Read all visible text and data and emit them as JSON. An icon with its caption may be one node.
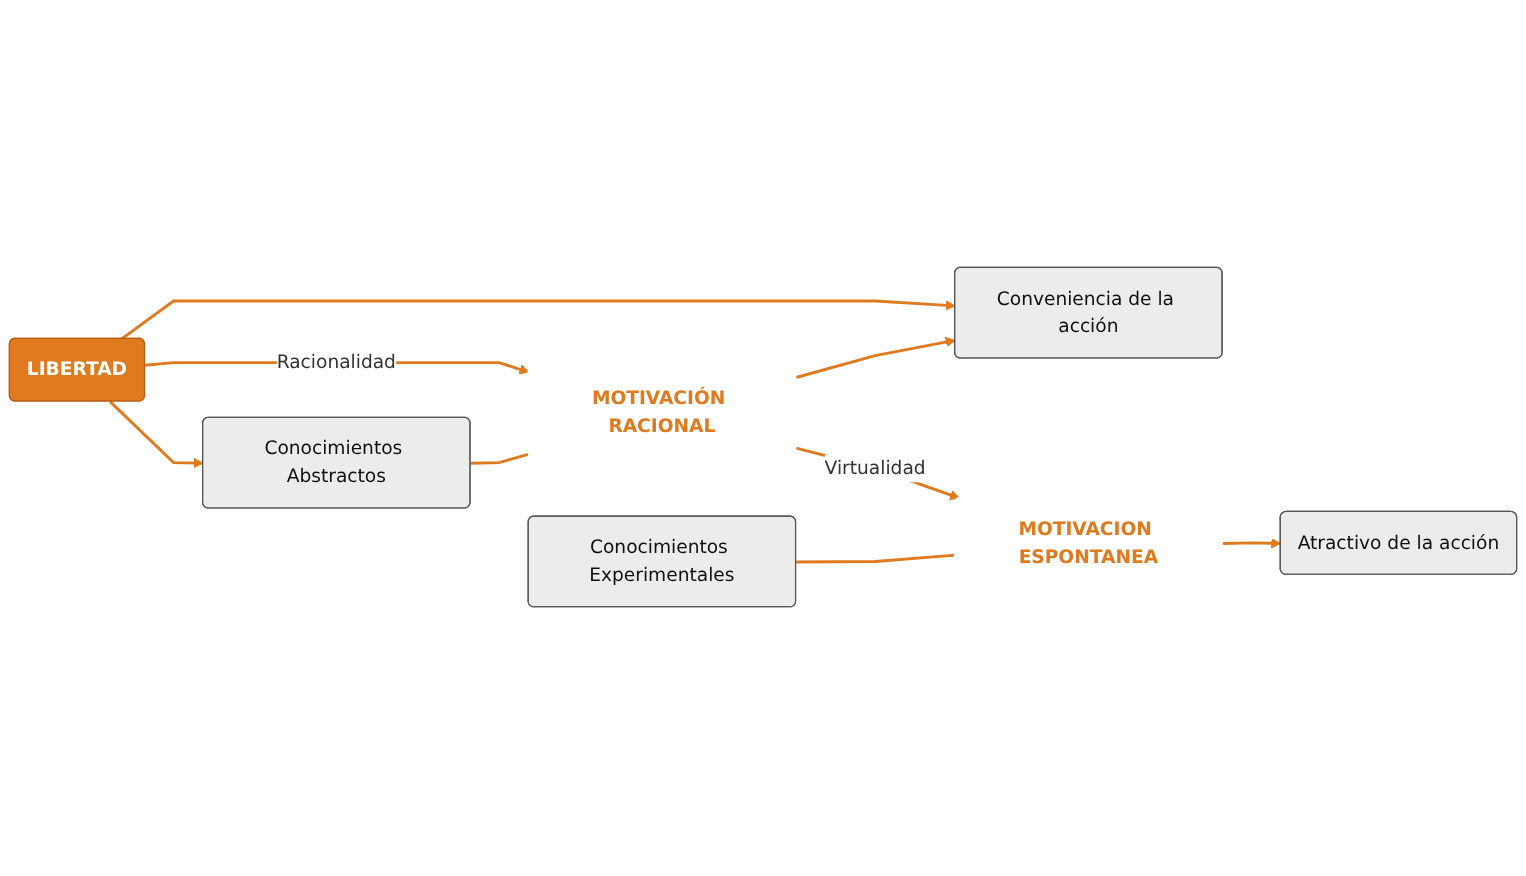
{
  "diagram": {
    "nodes": [
      {
        "text": [
          "Conocimientos Experimentales"
        ]
      },
      {
        "text": [
          "Conocimientos Abstractos"
        ]
      },
      {
        "text": [
          "LIBERTAD"
        ]
      },
      {
        "text": [
          "Conveniencia de la acción"
        ]
      },
      {
        "text": [
          "Atractivo de la acción"
        ]
      },
      {
        "text": [
          "MOTIVACIÓN RACIONAL"
        ]
      },
      {
        "text": [
          "MOTIVACION ESPONTANEA"
        ]
      }
    ],
    "edges": [
      {
        "from": 2,
        "to": 1,
        "arrow": "to"
      },
      {
        "from": 2,
        "to": 3,
        "arrow": "to"
      },
      {
        "from": 2,
        "to": 5,
        "arrow": "to",
        "label": "Racionalidad"
      },
      {
        "from": 1,
        "to": 5,
        "arrow": "none"
      },
      {
        "from": 5,
        "to": 3,
        "arrow": "to"
      },
      {
        "from": 5,
        "to": 6,
        "arrow": "to",
        "label": "Virtualidad"
      },
      {
        "from": 0,
        "to": 6,
        "arrow": "none"
      },
      {
        "from": 6,
        "to": 4,
        "arrow": "to"
      }
    ]
  }
}
